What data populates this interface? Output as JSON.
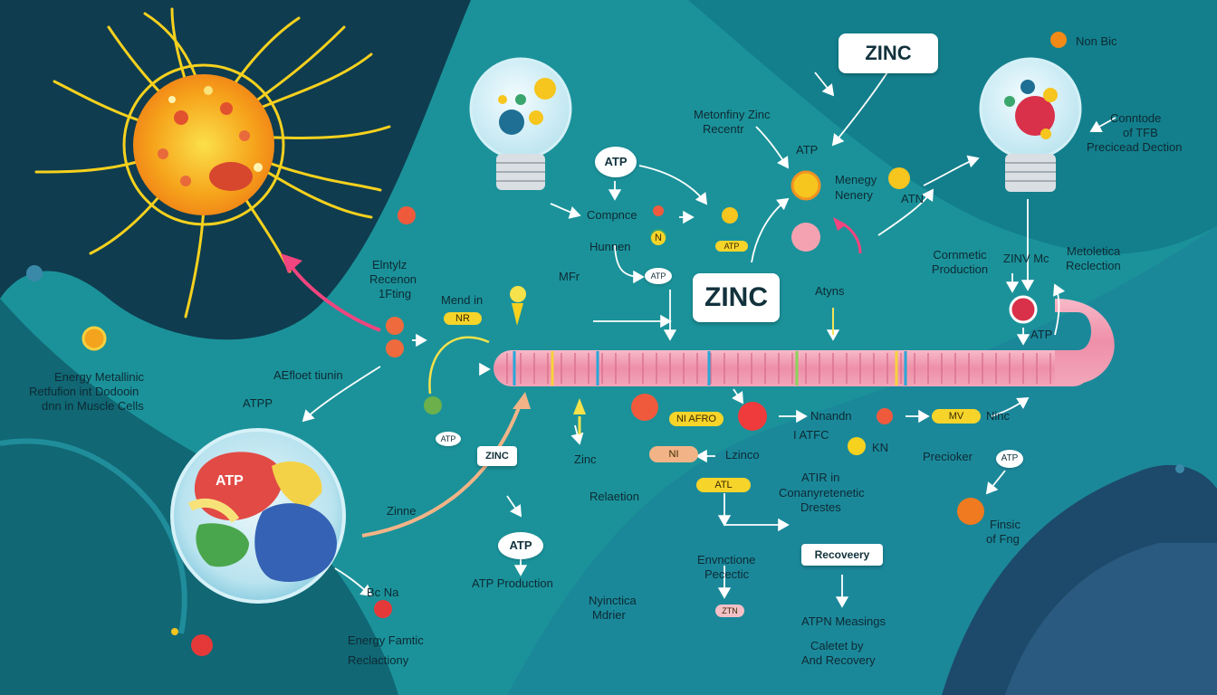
{
  "colors": {
    "background": "#1a8c96",
    "dark_wave": "#0f3f52",
    "sun": "#f7c21b",
    "muscle_fiber": "#f2a3b7",
    "atp_red": "#e0514f",
    "zinc_box": "#ffffff"
  },
  "title_zinc_top": "ZINC",
  "title_zinc_center": "ZINC",
  "labels": {
    "non_bic": "Non Bic",
    "metonfiny_zinc": "Metonfiny Zinc",
    "recentr": "Recentr",
    "atp_top": "ATP",
    "atp_top2": "ATP",
    "menegy": "Menegy",
    "nenery": "Nenery",
    "atn": "ATN",
    "conntode": "Conntode",
    "of_tfb": "of TFB",
    "precicead_dection": "Precicead Dection",
    "compnce": "Compnce",
    "hunnen": "Hunnen",
    "atp_small1": "ATP",
    "n_mark": "N",
    "atp_pill_mid": "ATP",
    "cornmetic_production": "Cornmetic Production",
    "zinv_mc": "ZINV Mc",
    "metoletica": "Metoletica",
    "reclection": "Reclection",
    "elntyl": "Elntylz",
    "recenon": "Recenon",
    "fting": "1Fting",
    "mend_in": "Mend in",
    "nr_pill": "NR",
    "mfr": "MFr",
    "atyns": "Atyns",
    "atp_right": "ATP",
    "energy_metallinic": "Energy Metallinic",
    "retfufion": "Retfufion int Dodooin",
    "dnn_muscle": "dnn in Muscle Cells",
    "atfloet": "AEfloet tiunin",
    "atpp": "ATPP",
    "atp_small2": "ATP",
    "zinc_box_small": "ZINC",
    "zinc_text": "Zinc",
    "reloetion": "Relaetion",
    "ni_afro": "NI AFRO",
    "ni_pill": "NI",
    "lzinco": "Lzinco",
    "atl_pill": "ATL",
    "nnandn": "Nnandn",
    "i_atfc": "I ATFC",
    "kn": "KN",
    "mv_pill": "MV",
    "ninc": "Ninc",
    "precioker": "Precioker",
    "atp_circle_r": "ATP",
    "atir_in": "ATIR in",
    "conanyretenetic": "Conanyretenetic",
    "drestes": "Drestes",
    "zinne": "Zinne",
    "atp_oval": "ATP",
    "atp_production": "ATP Production",
    "envnctione": "Envnctione",
    "pecectic": "Pecectic",
    "ztn": "ZTN",
    "recoveery": "Recoveery",
    "atpn_measings": "ATPN Measings",
    "caletet_by": "Caletet by",
    "and_recovery": "And Recovery",
    "finsic": "Finsic",
    "of_fng": "of Fng",
    "nyinctica": "Nyinctica",
    "mdrier": "Mdrier",
    "bc_na": "Bc Na",
    "energy_famtic": "Energy Famtic",
    "reclactiony": "Reclactiony",
    "atp_cell": "ATP"
  }
}
